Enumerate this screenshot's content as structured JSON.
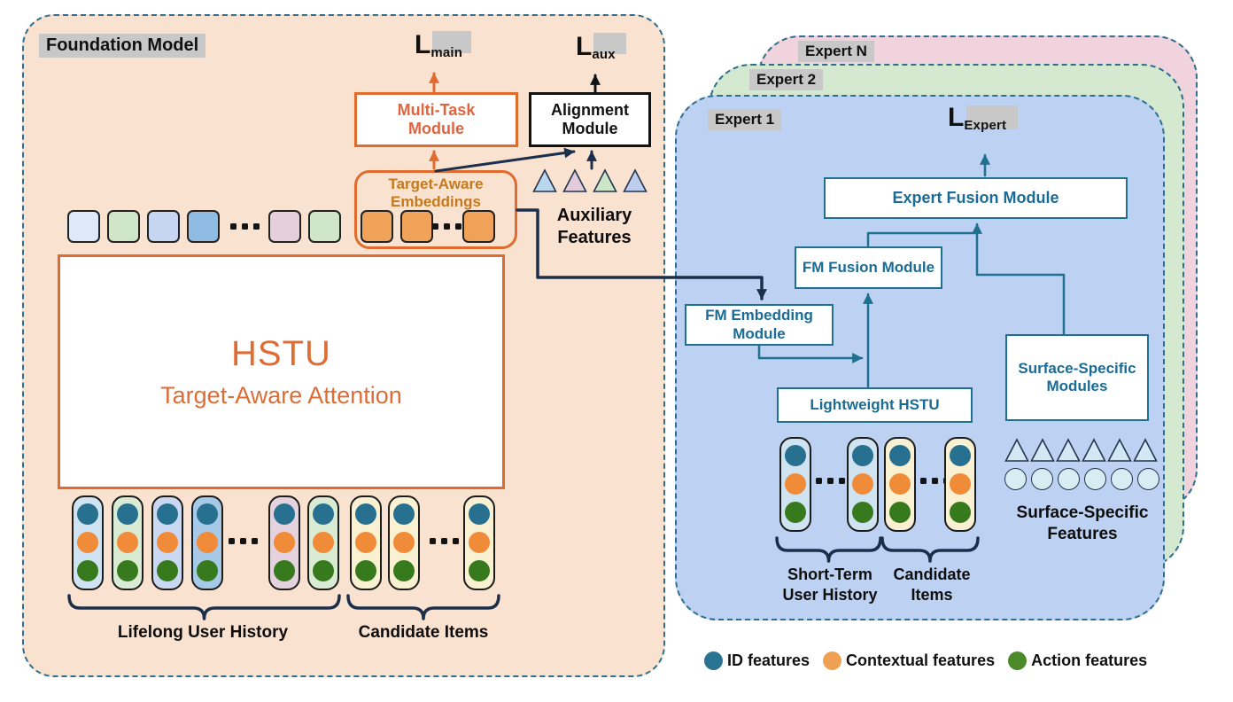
{
  "colors": {
    "foundation_bg": "#FAE2D1",
    "expert1_bg": "#BDD1F2",
    "expert2_bg": "#D5E9D1",
    "expertN_bg": "#F0D3DC",
    "chip_bg": "#C8C8C8",
    "dashed_border": "#2E6E8E",
    "orange_border": "#DF6B2F",
    "orange_text": "#E0653E",
    "target_aware_text": "#C5791E",
    "hstu_text": "#DE6D35",
    "navy_arrow": "#1B2F4B",
    "teal_arrow": "#20708F",
    "expert_box_text": "#1A6B96",
    "black": "#121212"
  },
  "foundation": {
    "title": "Foundation Model",
    "loss_main": {
      "base": "L",
      "sub": "main"
    },
    "loss_aux": {
      "base": "L",
      "sub": "aux"
    },
    "multi_task_label": "Multi-Task Module",
    "alignment_label": "Alignment Module",
    "target_aware_label": "Target-Aware Embeddings",
    "hstu_title": "HSTU",
    "hstu_subtitle": "Target-Aware Attention",
    "auxiliary_label": "Auxiliary Features",
    "aux_triangle_colors": [
      "#BBD7F0",
      "#E2CBDA",
      "#CDE6C8",
      "#BCCDEE"
    ],
    "embedding_squares_left": [
      "#DDE8F8",
      "#CFE5C8",
      "#C6D6F2",
      "#90BBE2"
    ],
    "embedding_squares_right": [
      "#E6CFDC",
      "#CFE6C8"
    ],
    "target_squares_left": [
      "#F0A258",
      "#F0A258"
    ],
    "target_squares_right": [
      "#F0A258"
    ],
    "lifelong_capsules_left": [
      "#CFE3F2",
      "#D9EBD2",
      "#CAD8F2",
      "#A6C9E8"
    ],
    "lifelong_capsules_right": [
      "#E4D2DE",
      "#D9EBD2"
    ],
    "candidate_capsules_left": [
      "#FAF0D2",
      "#FAF0D2"
    ],
    "candidate_capsules_right": [
      "#FAF0D2"
    ],
    "lifelong_label": "Lifelong User History",
    "candidate_label": "Candidate Items"
  },
  "experts": {
    "panel_labels": [
      "Expert N",
      "Expert 2",
      "Expert 1"
    ],
    "loss": {
      "base": "L",
      "sub": "Expert"
    },
    "expert_fusion_label": "Expert Fusion Module",
    "fm_fusion_label": "FM Fusion Module",
    "fm_embedding_label": "FM Embedding Module",
    "lightweight_hstu_label": "Lightweight HSTU",
    "surface_modules_label": "Surface-Specific Modules",
    "short_term_capsules_left": [
      "#CFE3F0"
    ],
    "short_term_capsules_right": [
      "#CFE3F0"
    ],
    "candidate_capsules_left": [
      "#FAF0D2"
    ],
    "candidate_capsules_right": [
      "#FAF0D2"
    ],
    "short_term_label": "Short-Term User History",
    "candidate_label": "Candidate Items",
    "surface_features": {
      "label": "Surface-Specific Features",
      "count": 6,
      "triangle_color": "#D2E8F4",
      "circle_color": "#D8ECF4"
    }
  },
  "features": {
    "id": "#27708F",
    "contextual": "#F08B3A",
    "action": "#37791D"
  },
  "legend": {
    "items": [
      {
        "label": "ID features",
        "color": "#2A7392"
      },
      {
        "label": "Contextual features",
        "color": "#F0A052"
      },
      {
        "label": "Action features",
        "color": "#4A8A28"
      }
    ]
  }
}
